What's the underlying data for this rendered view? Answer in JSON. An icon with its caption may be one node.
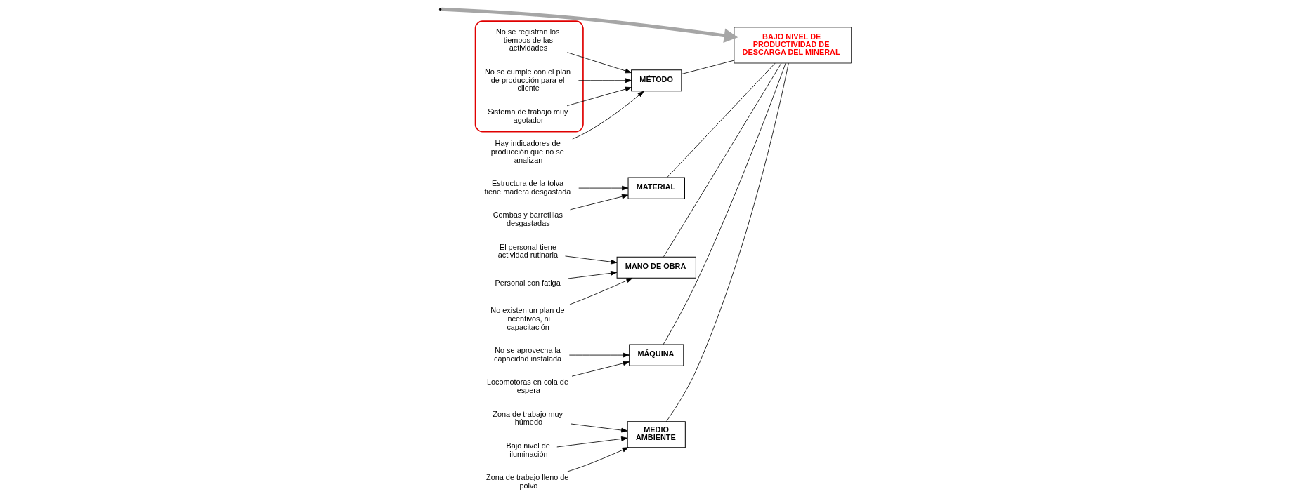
{
  "diagram": {
    "nodes": [
      {
        "text": [
          "MÉTODO"
        ]
      },
      {
        "text": [
          "MATERIAL"
        ]
      },
      {
        "text": [
          "MANO DE OBRA"
        ]
      },
      {
        "text": [
          "MÁQUINA"
        ]
      },
      {
        "text": [
          "MEDIO AMBIENTE"
        ]
      },
      {
        "text": [
          "BAJO NIVEL DE PRODUCTIVIDAD DE DESCARGA DEL MINERAL"
        ]
      },
      {
        "text": [],
        "shape": "ellipse"
      },
      {
        "text": [
          "Hay indicadores de producción que no se analizan"
        ]
      },
      {
        "text": [
          "No se registran los tiempos de las actividades"
        ],
        "in": 6
      },
      {
        "text": [
          "No se cumple con el plan de producción para el cliente"
        ],
        "in": 6
      },
      {
        "text": [
          "Sistema de trabajo muy agotador"
        ],
        "in": 6
      },
      {
        "text": [
          "Estructura de la tolva tiene madera desgastada"
        ]
      },
      {
        "text": [
          "Combas y barretillas desgastadas"
        ]
      },
      {
        "text": [
          "El personal tiene actividad rutinaria"
        ]
      },
      {
        "text": [
          "Personal con fatiga"
        ]
      },
      {
        "text": [
          "No existen un plan de incentivos, ni capacitación"
        ]
      },
      {
        "text": [
          "No se aprovecha la capacidad instalada"
        ]
      },
      {
        "text": [
          "Locomotoras en cola de espera"
        ]
      },
      {
        "text": [
          "Zona de trabajo muy húmedo"
        ]
      },
      {
        "text": [
          "Bajo nivel de iluminación"
        ]
      },
      {
        "text": [
          "Zona de trabajo lleno de polvo"
        ]
      }
    ],
    "edges": [
      {
        "from": null,
        "to": 5,
        "arrow": "to",
        "style": "thick",
        "color": "#a6a6a6"
      },
      {
        "from": 0,
        "to": 5,
        "arrow": "none"
      },
      {
        "from": 1,
        "to": 5,
        "arrow": "none"
      },
      {
        "from": 2,
        "to": 5,
        "arrow": "none"
      },
      {
        "from": 3,
        "to": 5,
        "arrow": "none"
      },
      {
        "from": 4,
        "to": 5,
        "arrow": "none"
      },
      {
        "from": 7,
        "to": 0,
        "arrow": "to"
      },
      {
        "from": 8,
        "to": 0,
        "arrow": "to"
      },
      {
        "from": 9,
        "to": 0,
        "arrow": "to"
      },
      {
        "from": 10,
        "to": 0,
        "arrow": "to"
      },
      {
        "from": 11,
        "to": 1,
        "arrow": "to"
      },
      {
        "from": 12,
        "to": 1,
        "arrow": "to"
      },
      {
        "from": 13,
        "to": 2,
        "arrow": "to"
      },
      {
        "from": 14,
        "to": 2,
        "arrow": "to"
      },
      {
        "from": 15,
        "to": 2,
        "arrow": "to"
      },
      {
        "from": 16,
        "to": 3,
        "arrow": "to"
      },
      {
        "from": 17,
        "to": 3,
        "arrow": "to"
      },
      {
        "from": 18,
        "to": 4,
        "arrow": "to"
      },
      {
        "from": 19,
        "to": 4,
        "arrow": "to"
      },
      {
        "from": 20,
        "to": 4,
        "arrow": "to"
      }
    ]
  }
}
